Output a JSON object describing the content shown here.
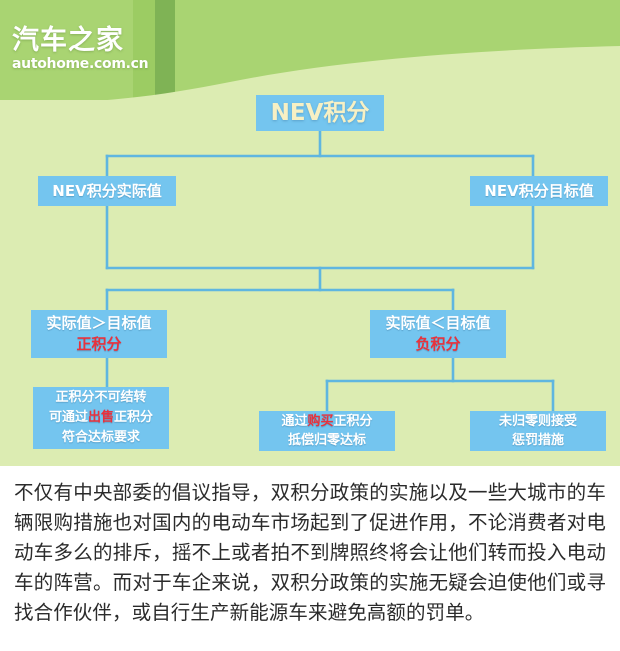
{
  "watermark": {
    "cn": "汽车之家",
    "en": "autohome.com.cn"
  },
  "colors": {
    "node_fill": "#74c5ef",
    "node_text": "#ffffff",
    "root_text": "#f7f0c4",
    "accent_red": "#e8323c",
    "canvas_green": "#dcecb2",
    "band_green": "#a9d472",
    "band_dark_green": "#7fb355",
    "link_line": "#5fb6e0"
  },
  "diagram": {
    "type": "flowchart",
    "title": "NEV积分",
    "nodes": {
      "root": {
        "label": "NEV积分"
      },
      "actual": {
        "label": "NEV积分实际值"
      },
      "target": {
        "label": "NEV积分目标值"
      },
      "positive": {
        "line1": "实际值＞目标值",
        "line2": "正积分"
      },
      "negative": {
        "line1": "实际值＜目标值",
        "line2": "负积分"
      },
      "positive_detail": {
        "line1": "正积分不可结转",
        "line2_a": "可通过",
        "line2_b": "出售",
        "line2_c": "正积分",
        "line3": "符合达标要求"
      },
      "buy_credits": {
        "line1_a": "通过",
        "line1_b": "购买",
        "line1_c": "正积分",
        "line2": "抵偿归零达标"
      },
      "penalty": {
        "line1": "未归零则接受",
        "line2": "惩罚措施"
      }
    },
    "edges": [
      {
        "from": "root",
        "to": "actual"
      },
      {
        "from": "root",
        "to": "target"
      },
      {
        "from": "actual",
        "to": "compare"
      },
      {
        "from": "target",
        "to": "compare"
      },
      {
        "from": "compare",
        "to": "positive"
      },
      {
        "from": "compare",
        "to": "negative"
      },
      {
        "from": "positive",
        "to": "positive_detail"
      },
      {
        "from": "negative",
        "to": "buy_credits"
      },
      {
        "from": "negative",
        "to": "penalty"
      }
    ]
  },
  "article": {
    "paragraph": "不仅有中央部委的倡议指导，双积分政策的实施以及一些大城市的车辆限购措施也对国内的电动车市场起到了促进作用，不论消费者对电动车多么的排斥，摇不上或者拍不到牌照终将会让他们转而投入电动车的阵营。而对于车企来说，双积分政策的实施无疑会迫使他们或寻找合作伙伴，或自行生产新能源车来避免高额的罚单。"
  }
}
